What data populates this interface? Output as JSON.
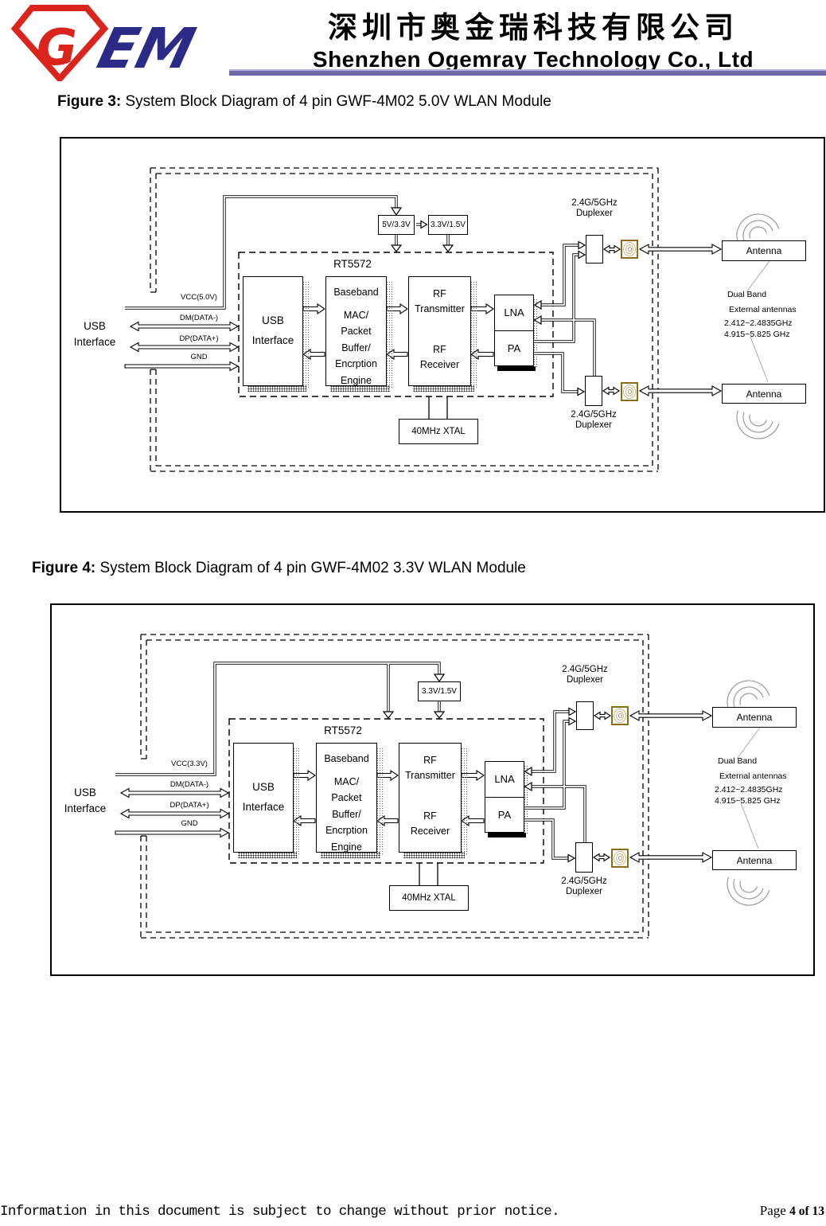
{
  "header": {
    "logo_g": "G",
    "logo_em": "EM",
    "company_cn": "深圳市奥金瑞科技有限公司",
    "company_en": "Shenzhen Ogemray Technology Co., Ltd"
  },
  "figures": [
    {
      "caption_label": "Figure 3:",
      "caption_text": " System Block Diagram of 4 pin GWF-4M02 5.0V WLAN Module",
      "d": {
        "usb_out1": "USB",
        "usb_out2": "Interface",
        "vcc": "VCC(5.0V)",
        "dm": "DM(DATA-)",
        "dp": "DP(DATA+)",
        "gnd": "GND",
        "chip": "RT5572",
        "blk_usb1": "USB",
        "blk_usb2": "Interface",
        "bb1": "Baseband",
        "bb2": "MAC/",
        "bb3": "Packet",
        "bb4": "Buffer/",
        "bb5": "Encrption",
        "bb6": "Engine",
        "rf1": "RF",
        "rf2": "Transmitter",
        "rf3": "RF",
        "rf4": "Receiver",
        "lna": "LNA",
        "pa": "PA",
        "reg1": "5V/3.3V",
        "reg2": "3.3V/1.5V",
        "xtal": "40MHz XTAL",
        "dup1a": "2.4G/5GHz",
        "dup1b": "Duplexer",
        "dup2a": "2.4G/5GHz",
        "dup2b": "Duplexer",
        "ant1": "Antenna",
        "ant2": "Antenna",
        "info1": "Dual Band",
        "info2": "External antennas",
        "info3": "2.412~2.4835GHz",
        "info4": "4.915~5.825 GHz"
      }
    },
    {
      "caption_label": "Figure 4:",
      "caption_text": " System Block Diagram of 4 pin GWF-4M02 3.3V WLAN Module",
      "d": {
        "usb_out1": "USB",
        "usb_out2": "Interface",
        "vcc": "VCC(3.3V)",
        "dm": "DM(DATA-)",
        "dp": "DP(DATA+)",
        "gnd": "GND",
        "chip": "RT5572",
        "blk_usb1": "USB",
        "blk_usb2": "Interface",
        "bb1": "Baseband",
        "bb2": "MAC/",
        "bb3": "Packet",
        "bb4": "Buffer/",
        "bb5": "Encrption",
        "bb6": "Engine",
        "rf1": "RF",
        "rf2": "Transmitter",
        "rf3": "RF",
        "rf4": "Receiver",
        "lna": "LNA",
        "pa": "PA",
        "reg2": "3.3V/1.5V",
        "xtal": "40MHz XTAL",
        "dup1a": "2.4G/5GHz",
        "dup1b": "Duplexer",
        "dup2a": "2.4G/5GHz",
        "dup2b": "Duplexer",
        "ant1": "Antenna",
        "ant2": "Antenna",
        "info1": "Dual Band",
        "info2": "External antennas",
        "info3": "2.412~2.4835GHz",
        "info4": "4.915~5.825 GHz"
      }
    }
  ],
  "footer": {
    "notice": "Information in this document is subject to change without prior notice.",
    "page_word": "Page",
    "page_num": "4 of 13"
  }
}
